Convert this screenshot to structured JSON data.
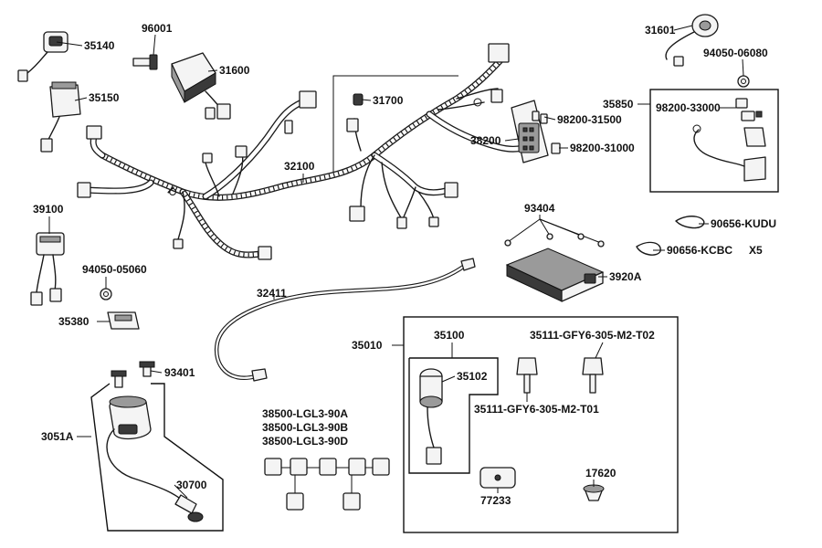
{
  "labels": {
    "p35140": "35140",
    "p96001": "96001",
    "p31600": "31600",
    "p35150": "35150",
    "p31601": "31601",
    "p94050_06080": "94050-06080",
    "p31700": "31700",
    "p98200_31500": "98200-31500",
    "p38200": "38200",
    "p98200_31000": "98200-31000",
    "p35850": "35850",
    "p98200_33000": "98200-33000",
    "p32100": "32100",
    "p39100": "39100",
    "p93404": "93404",
    "p90656_kudu": "90656-KUDU",
    "p90656_kcbc": "90656-KCBC",
    "qty_x5": "X5",
    "p94050_05060": "94050-05060",
    "p3920A": "3920A",
    "p32411": "32411",
    "p35380": "35380",
    "p35010": "35010",
    "p35100": "35100",
    "p35111_t02": "35111-GFY6-305-M2-T02",
    "p93401": "93401",
    "p35102": "35102",
    "p35111_t01": "35111-GFY6-305-M2-T01",
    "p3051A": "3051A",
    "p38500_a": "38500-LGL3-90A",
    "p38500_b": "38500-LGL3-90B",
    "p38500_d": "38500-LGL3-90D",
    "p30700": "30700",
    "p17620": "17620",
    "p77233": "77233"
  }
}
